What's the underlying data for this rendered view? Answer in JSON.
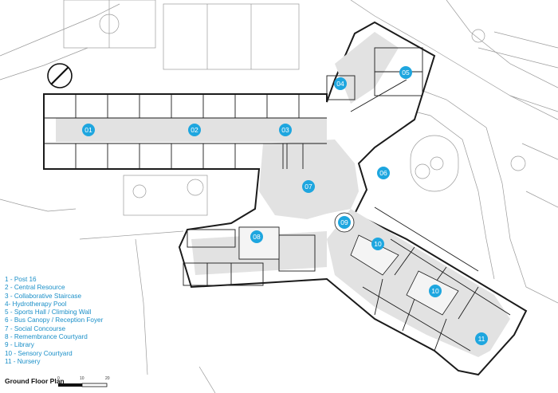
{
  "colors": {
    "marker": "#1ea6df",
    "legend_text": "#1a8fc8",
    "wall": "#1b1b1b",
    "circulation": "#e2e2e2",
    "context_line": "#9a9a9a"
  },
  "markers": [
    {
      "number": "01",
      "label": "Post 16"
    },
    {
      "number": "02",
      "label": "Central Resource"
    },
    {
      "number": "03",
      "label": "Collaborative Staircase"
    },
    {
      "number": "04",
      "label": "Hydrotherapy Pool"
    },
    {
      "number": "05",
      "label": "Sports Hall / Climbing Wall"
    },
    {
      "number": "06",
      "label": "Bus Canopy / Reception Foyer"
    },
    {
      "number": "07",
      "label": "Social Concourse"
    },
    {
      "number": "08",
      "label": "Remembrance Courtyard"
    },
    {
      "number": "09",
      "label": "Library"
    },
    {
      "number": "10a",
      "display": "10",
      "label": "Sensory Courtyard"
    },
    {
      "number": "10b",
      "display": "10",
      "label": "Sensory Courtyard"
    },
    {
      "number": "11",
      "label": "Nursery"
    }
  ],
  "legend": [
    "1 - Post 16",
    "2 - Central Resource",
    "3 - Collaborative Staircase",
    "4- Hydrotherapy Pool",
    "5 - Sports Hall / Climbing Wall",
    "6 - Bus Canopy / Reception Foyer",
    "7 - Social Concourse",
    "8 - Remembrance Courtyard",
    "9 - Library",
    "10 - Sensory Courtyard",
    "11 - Nursery"
  ],
  "title": "Ground Floor Plan",
  "scale_bar": {
    "ticks": [
      "0",
      "10",
      "20"
    ]
  }
}
